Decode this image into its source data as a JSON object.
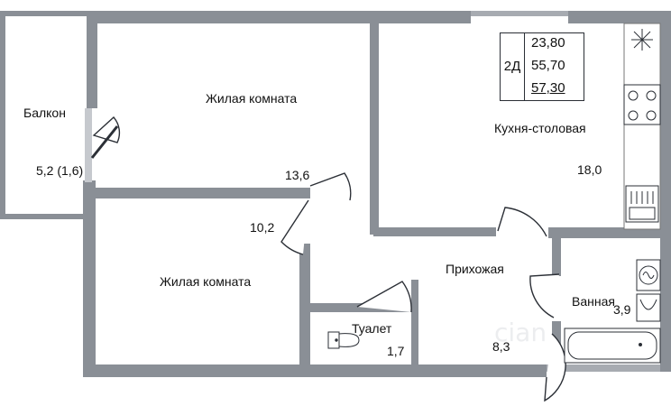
{
  "rooms": {
    "balcony": {
      "name": "Балкон",
      "area": "5,2 (1,6)"
    },
    "living1": {
      "name": "Жилая комната",
      "area": "13,6"
    },
    "living2": {
      "name": "Жилая комната",
      "area": "10,2"
    },
    "kitchen": {
      "name": "Кухня-столовая",
      "area": "18,0"
    },
    "hall": {
      "name": "Прихожая",
      "area": "8,3"
    },
    "bath": {
      "name": "Ванная",
      "area": "3,9"
    },
    "toilet": {
      "name": "Туалет",
      "area": "1,7"
    }
  },
  "summary": {
    "type": "2Д",
    "living_area": "23,80",
    "total_area": "55,70",
    "area_without_balcony": "57,30"
  },
  "watermark": "cian",
  "colors": {
    "wall": "#8a8f96",
    "wall_dark": "#6f747b",
    "line": "#2b2f36",
    "background": "#ffffff"
  }
}
